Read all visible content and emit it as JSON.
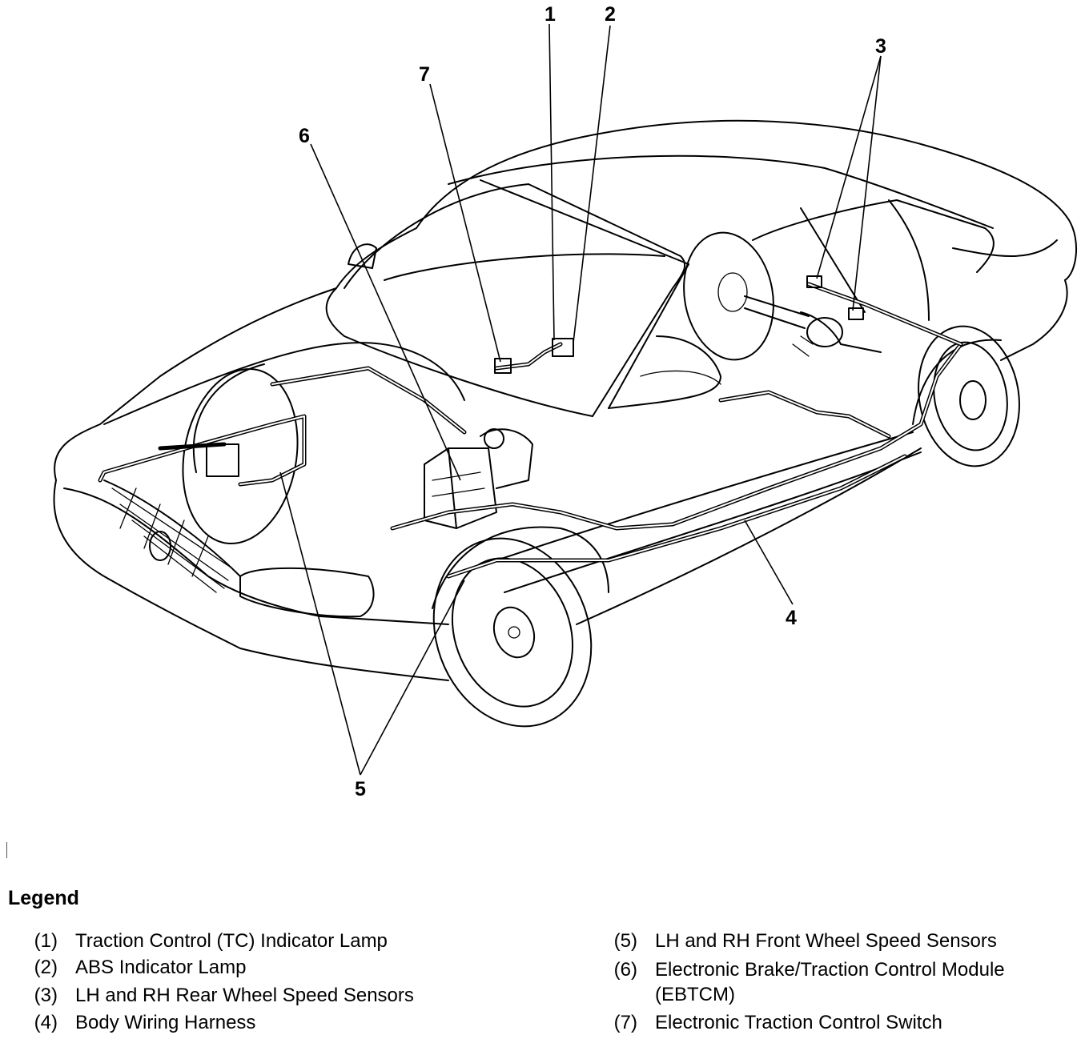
{
  "callouts": [
    "1",
    "2",
    "3",
    "4",
    "5",
    "6",
    "7"
  ],
  "legend": {
    "title": "Legend",
    "items": [
      {
        "num": "(1)",
        "text": "Traction Control (TC) Indicator Lamp"
      },
      {
        "num": "(2)",
        "text": "ABS Indicator Lamp"
      },
      {
        "num": "(3)",
        "text": "LH and RH Rear Wheel Speed Sensors"
      },
      {
        "num": "(4)",
        "text": "Body Wiring Harness"
      },
      {
        "num": "(5)",
        "text": "LH and RH Front Wheel Speed Sensors"
      },
      {
        "num": "(6)",
        "text": "Electronic Brake/Traction Control Module",
        "text2": "(EBTCM)"
      },
      {
        "num": "(7)",
        "text": "Electronic Traction Control Switch"
      }
    ]
  }
}
